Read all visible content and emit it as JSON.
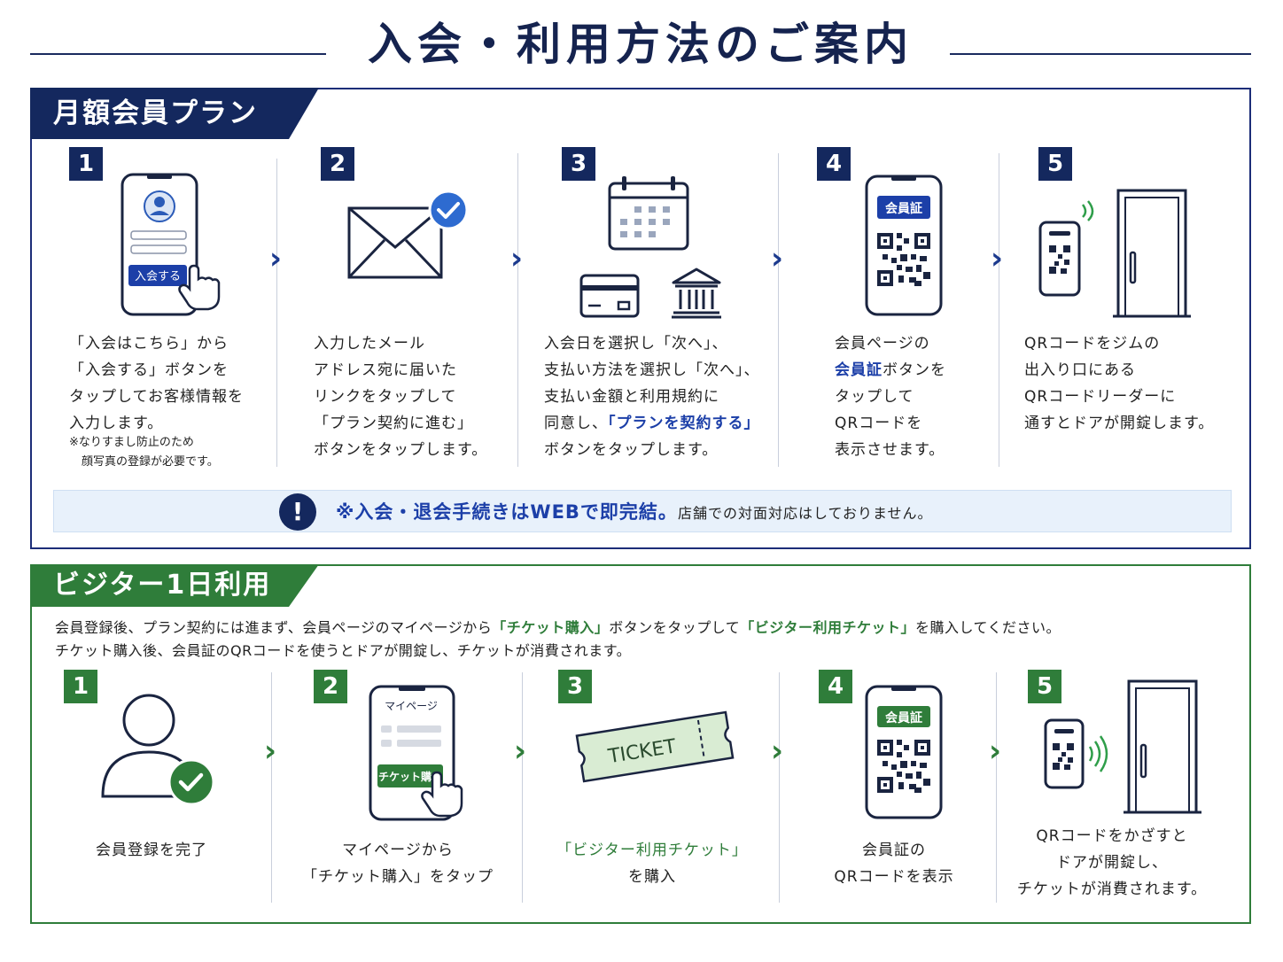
{
  "page": {
    "title": "入会・利用方法のご案内"
  },
  "monthly": {
    "tab_label": "月額会員プラン",
    "steps": [
      {
        "number": "1",
        "button_label": "入会する",
        "lines": [
          "「入会はこちら」から",
          "「入会する」ボタンを",
          "タップしてお客様情報を",
          "入力します。"
        ],
        "note_lines": [
          "※なりすまし防止のため",
          "顔写真の登録が必要です。"
        ]
      },
      {
        "number": "2",
        "lines": [
          "入力したメール",
          "アドレス宛に届いた",
          "リンクをタップして",
          "「プラン契約に進む」",
          "ボタンをタップします。"
        ]
      },
      {
        "number": "3",
        "lines": [
          "入会日を選択し「次へ」、",
          "支払い方法を選択し「次へ」、",
          "支払い金額と利用規約に"
        ],
        "line4_prefix": "同意し、",
        "line4_highlight": "「プランを契約する」",
        "line5": "ボタンをタップします。"
      },
      {
        "number": "4",
        "badge_label": "会員証",
        "line1": "会員ページの",
        "line2_highlight": "会員証",
        "line2_rest": "ボタンを",
        "lines_rest": [
          "タップして",
          "QRコードを",
          "表示させます。"
        ]
      },
      {
        "number": "5",
        "lines": [
          "QRコードをジムの",
          "出入り口にある",
          "QRコードリーダーに",
          "通すとドアが開錠します。"
        ]
      }
    ],
    "notice": {
      "icon": "!",
      "strong": "※入会・退会手続きはWEBで即完結。",
      "rest": "店舗での対面対応はしておりません。"
    }
  },
  "visitor": {
    "tab_label": "ビジター1日利用",
    "intro": {
      "line1_a": "会員登録後、プラン契約には進まず、会員ページのマイページから",
      "line1_b": "「チケット購入」",
      "line1_c": "ボタンをタップして",
      "line1_d": "「ビジター利用チケット」",
      "line1_e": "を購入してください。",
      "line2": "チケット購入後、会員証のQRコードを使うとドアが開錠し、チケットが消費されます。"
    },
    "steps": [
      {
        "number": "1",
        "lines": [
          "会員登録を完了"
        ]
      },
      {
        "number": "2",
        "screen_title": "マイページ",
        "button_label": "チケット購入",
        "lines": [
          "マイページから",
          "「チケット購入」をタップ"
        ]
      },
      {
        "number": "3",
        "ticket_label": "TICKET",
        "highlight": "「ビジター利用チケット」",
        "lines": [
          "を購入"
        ]
      },
      {
        "number": "4",
        "badge_label": "会員証",
        "lines": [
          "会員証の",
          "QRコードを表示"
        ]
      },
      {
        "number": "5",
        "lines": [
          "QRコードをかざすと",
          "ドアが開錠し、",
          "チケットが消費されます。"
        ]
      }
    ]
  },
  "colors": {
    "navy": "#14285e",
    "blue_highlight": "#1c3fa8",
    "green": "#2f7d3a",
    "notice_bg": "#e8f1fb"
  }
}
